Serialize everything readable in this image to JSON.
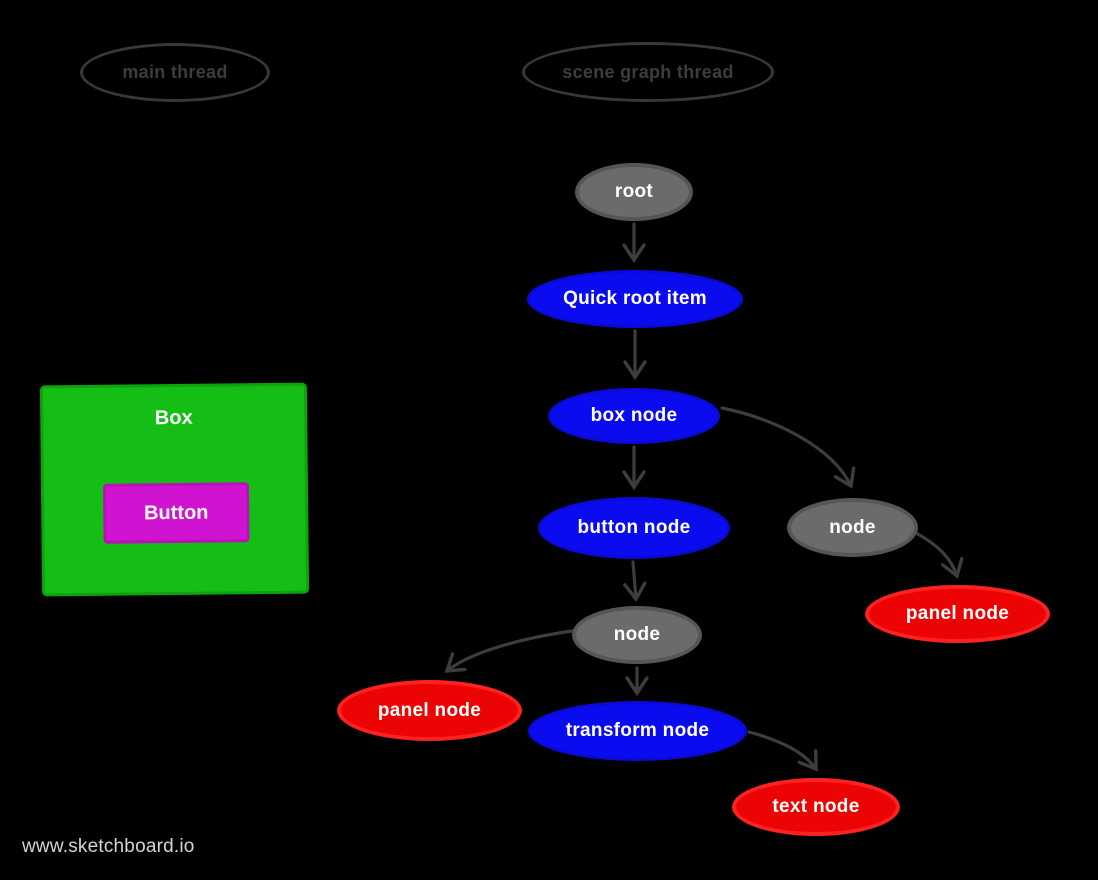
{
  "watermark": "www.sketchboard.io",
  "colors": {
    "background": "#000000",
    "node_blue": "#0b0bef",
    "node_gray": "#6b6b6b",
    "node_gray_border": "#565656",
    "node_red": "#ec0404",
    "node_red_border": "#fd2222",
    "box_green": "#15be15",
    "button_magenta": "#d013d0",
    "edge_gray": "#3d3d3d",
    "thread_outline": "#383838",
    "watermark_gray": "#d4d4d4",
    "node_text": "#ffffff"
  },
  "threads": [
    {
      "id": "main-thread",
      "label": "main thread"
    },
    {
      "id": "scene-graph-thread",
      "label": "scene graph thread"
    }
  ],
  "ui": {
    "box_label": "Box",
    "button_label": "Button"
  },
  "graph": {
    "nodes": [
      {
        "id": "root",
        "label": "root",
        "color": "gray"
      },
      {
        "id": "quick-root-item",
        "label": "Quick root item",
        "color": "blue"
      },
      {
        "id": "box-node",
        "label": "box node",
        "color": "blue"
      },
      {
        "id": "button-node",
        "label": "button node",
        "color": "blue"
      },
      {
        "id": "node-right",
        "label": "node",
        "color": "gray"
      },
      {
        "id": "panel-node-right",
        "label": "panel node",
        "color": "red"
      },
      {
        "id": "node-mid",
        "label": "node",
        "color": "gray"
      },
      {
        "id": "panel-node-left",
        "label": "panel node",
        "color": "red"
      },
      {
        "id": "transform-node",
        "label": "transform node",
        "color": "blue"
      },
      {
        "id": "text-node",
        "label": "text node",
        "color": "red"
      }
    ],
    "edges": [
      {
        "from": "root",
        "to": "quick-root-item"
      },
      {
        "from": "quick-root-item",
        "to": "box-node"
      },
      {
        "from": "box-node",
        "to": "button-node"
      },
      {
        "from": "box-node",
        "to": "node-right"
      },
      {
        "from": "node-right",
        "to": "panel-node-right"
      },
      {
        "from": "button-node",
        "to": "node-mid"
      },
      {
        "from": "node-mid",
        "to": "panel-node-left"
      },
      {
        "from": "node-mid",
        "to": "transform-node"
      },
      {
        "from": "transform-node",
        "to": "text-node"
      }
    ]
  }
}
